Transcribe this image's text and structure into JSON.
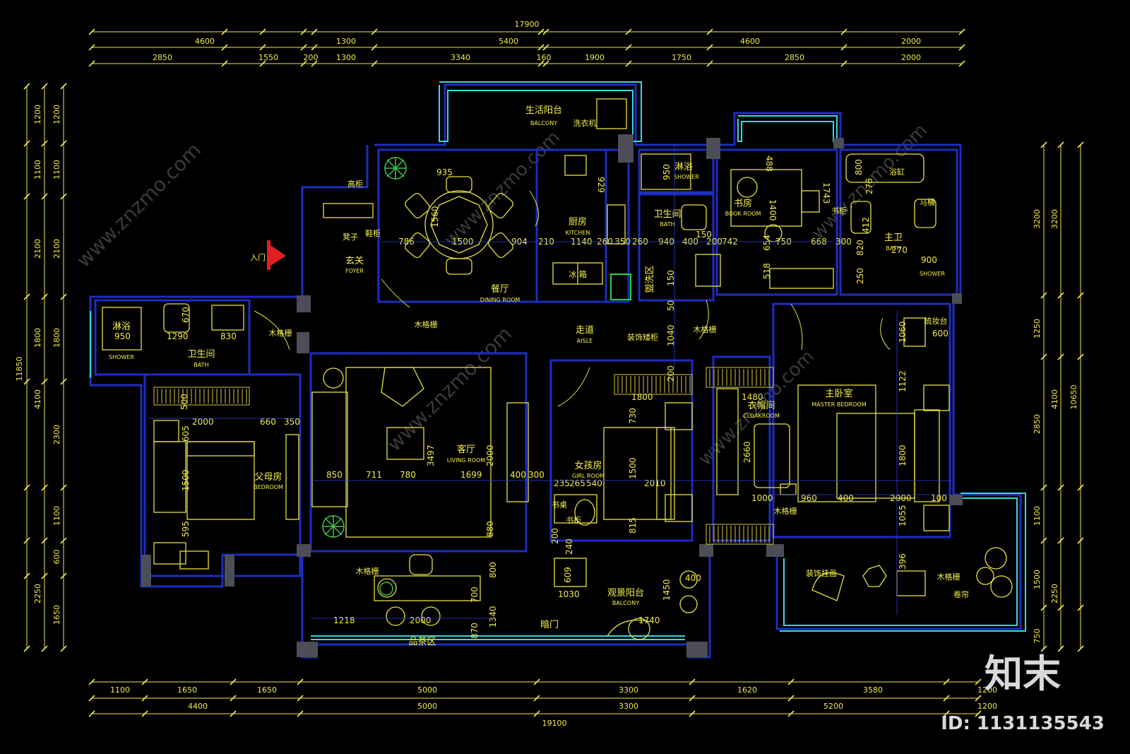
{
  "dims": {
    "top_total": "17900",
    "top_row1": [
      "4600",
      "1300",
      "5400",
      "4600",
      "2000"
    ],
    "top_row2": [
      "2850",
      "1550",
      "200",
      "1300",
      "3340",
      "160",
      "1900",
      "1750",
      "2850",
      "2000"
    ],
    "bottom_row1": [
      "1100",
      "1650",
      "1650",
      "5000",
      "3300",
      "1620",
      "3580",
      "1200"
    ],
    "bottom_row2": [
      "4400",
      "5000",
      "3300",
      "5200",
      "1200"
    ],
    "bottom_total": "19100",
    "left_total": "11850",
    "left_outer": [
      "1200",
      "1100",
      "2100",
      "1800",
      "4100",
      "2250"
    ],
    "left_inner": [
      "1200",
      "1100",
      "2100",
      "1800",
      "2300",
      "1100",
      "600",
      "1650"
    ],
    "right_total": "10650",
    "right_outer": [
      "3200",
      "4100",
      "2250"
    ],
    "right_inner": [
      "3200",
      "1250",
      "2850",
      "1100",
      "1500",
      "750"
    ]
  },
  "rooms": {
    "balcony_top": {
      "cn": "生活阳台",
      "en": "BALCONY"
    },
    "washer": "洗衣机",
    "kitchen": {
      "cn": "厨房",
      "en": "KITCHEN"
    },
    "dining": {
      "cn": "餐厅",
      "en": "DINING ROOM"
    },
    "foyer": {
      "cn": "玄关",
      "en": "FOYER"
    },
    "entry": "入门",
    "tall_cabinet": "高柜",
    "shoe_cabinet": "鞋柜",
    "stool": "凳子",
    "shower1": {
      "cn": "淋浴",
      "en": "SHOWER"
    },
    "bath1": {
      "cn": "卫生间",
      "en": "BATH"
    },
    "wash_area": "盥洗区",
    "study": {
      "cn": "书房",
      "en": "BOOK ROOM"
    },
    "bookcase": "书柜",
    "bathtub": "浴缸",
    "toilet": "马桶",
    "master_bath": {
      "cn": "主卫",
      "en": "BATH"
    },
    "shower3": {
      "en": "SHOWER"
    },
    "dresser": "梳妆台",
    "aisle": {
      "cn": "走道",
      "en": "AISLE"
    },
    "deco_cabinet": "装饰矮柜",
    "lattice": "木格栅",
    "shower2": {
      "cn": "淋浴",
      "en": "SHOWER"
    },
    "bath2": {
      "cn": "卫生间",
      "en": "BATH"
    },
    "parents": {
      "cn": "父母房",
      "en": "BEDROOM"
    },
    "living": {
      "cn": "客厅",
      "en": "LIVING ROOM"
    },
    "girl": {
      "cn": "女孩房",
      "en": "GIRL ROOM"
    },
    "desk": "书桌",
    "bookcase2": "书柜",
    "cloak": {
      "cn": "衣帽间",
      "en": "CLOAKROOM"
    },
    "master": {
      "cn": "主卧室",
      "en": "MASTER BEDROOM"
    },
    "tea": "品茶区",
    "hidden_door": "暗门",
    "balcony_view": {
      "cn": "观景阳台",
      "en": "BALCONY"
    },
    "deco_painting": "装饰挂画",
    "curtain": "卷帘",
    "fridge": "冰 箱"
  },
  "inner_dims": [
    "935",
    "1560",
    "1500",
    "786",
    "904",
    "210",
    "1140",
    "929",
    "260",
    "350",
    "260",
    "950",
    "940",
    "400",
    "200",
    "150",
    "488",
    "742",
    "750",
    "668",
    "300",
    "654",
    "518",
    "1400",
    "1743",
    "800",
    "276",
    "412",
    "270",
    "820",
    "250",
    "900",
    "950",
    "1290",
    "830",
    "670",
    "500",
    "2000",
    "660",
    "350",
    "605",
    "595",
    "1500",
    "850",
    "711",
    "780",
    "3497",
    "1699",
    "2000",
    "400",
    "300",
    "880",
    "800",
    "700",
    "1340",
    "870",
    "1218",
    "2000",
    "1030",
    "1740",
    "1450",
    "400",
    "1800",
    "730",
    "235",
    "265",
    "540",
    "1500",
    "2010",
    "815",
    "200",
    "240",
    "609",
    "1480",
    "2660",
    "1000",
    "960",
    "400",
    "2000",
    "100",
    "1055",
    "396",
    "1122",
    "1800",
    "1060",
    "600",
    "1040",
    "50",
    "150",
    "200"
  ],
  "brand": {
    "name": "知末",
    "id": "ID: 1131135543"
  },
  "watermark": "www.znzmo.com",
  "colors": {
    "wall": "#1e2dbf",
    "outline": "#38d7e0",
    "furniture": "#e8e040",
    "dim": "#f2e94a",
    "bg": "#000000"
  }
}
